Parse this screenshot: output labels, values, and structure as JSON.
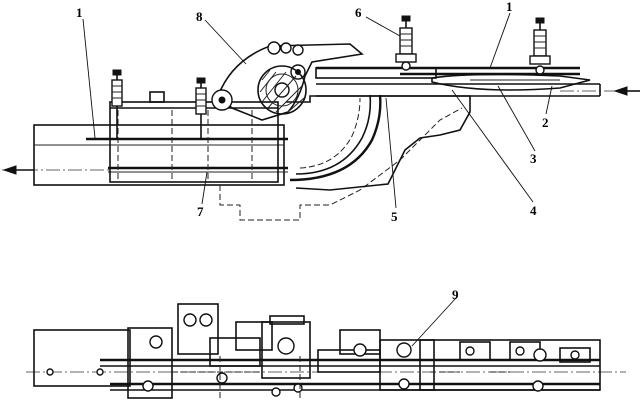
{
  "callouts": [
    {
      "id": "1a",
      "text": "1"
    },
    {
      "id": "8",
      "text": "8"
    },
    {
      "id": "6",
      "text": "6"
    },
    {
      "id": "1b",
      "text": "1"
    },
    {
      "id": "2",
      "text": "2"
    },
    {
      "id": "3",
      "text": "3"
    },
    {
      "id": "4",
      "text": "4"
    },
    {
      "id": "5",
      "text": "5"
    },
    {
      "id": "7",
      "text": "7"
    },
    {
      "id": "9",
      "text": "9"
    }
  ]
}
